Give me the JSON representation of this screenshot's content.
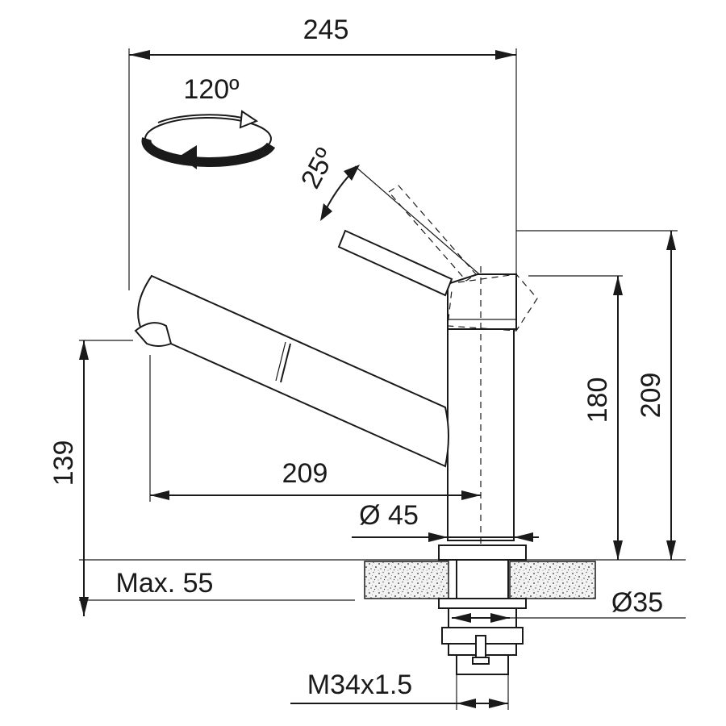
{
  "dimensions": {
    "overall_reach": "245",
    "swivel_angle": "120º",
    "lever_angle": "25º",
    "spout_height": "139",
    "spout_reach": "209",
    "body_height": "180",
    "total_height": "209",
    "body_diameter": "Ø 45",
    "max_counter_thickness": "Max. 55",
    "hole_diameter": "Ø35",
    "thread": "M34x1.5"
  },
  "colors": {
    "ink": "#1a1a1a",
    "countertop_fill": "#d9d9d9"
  }
}
